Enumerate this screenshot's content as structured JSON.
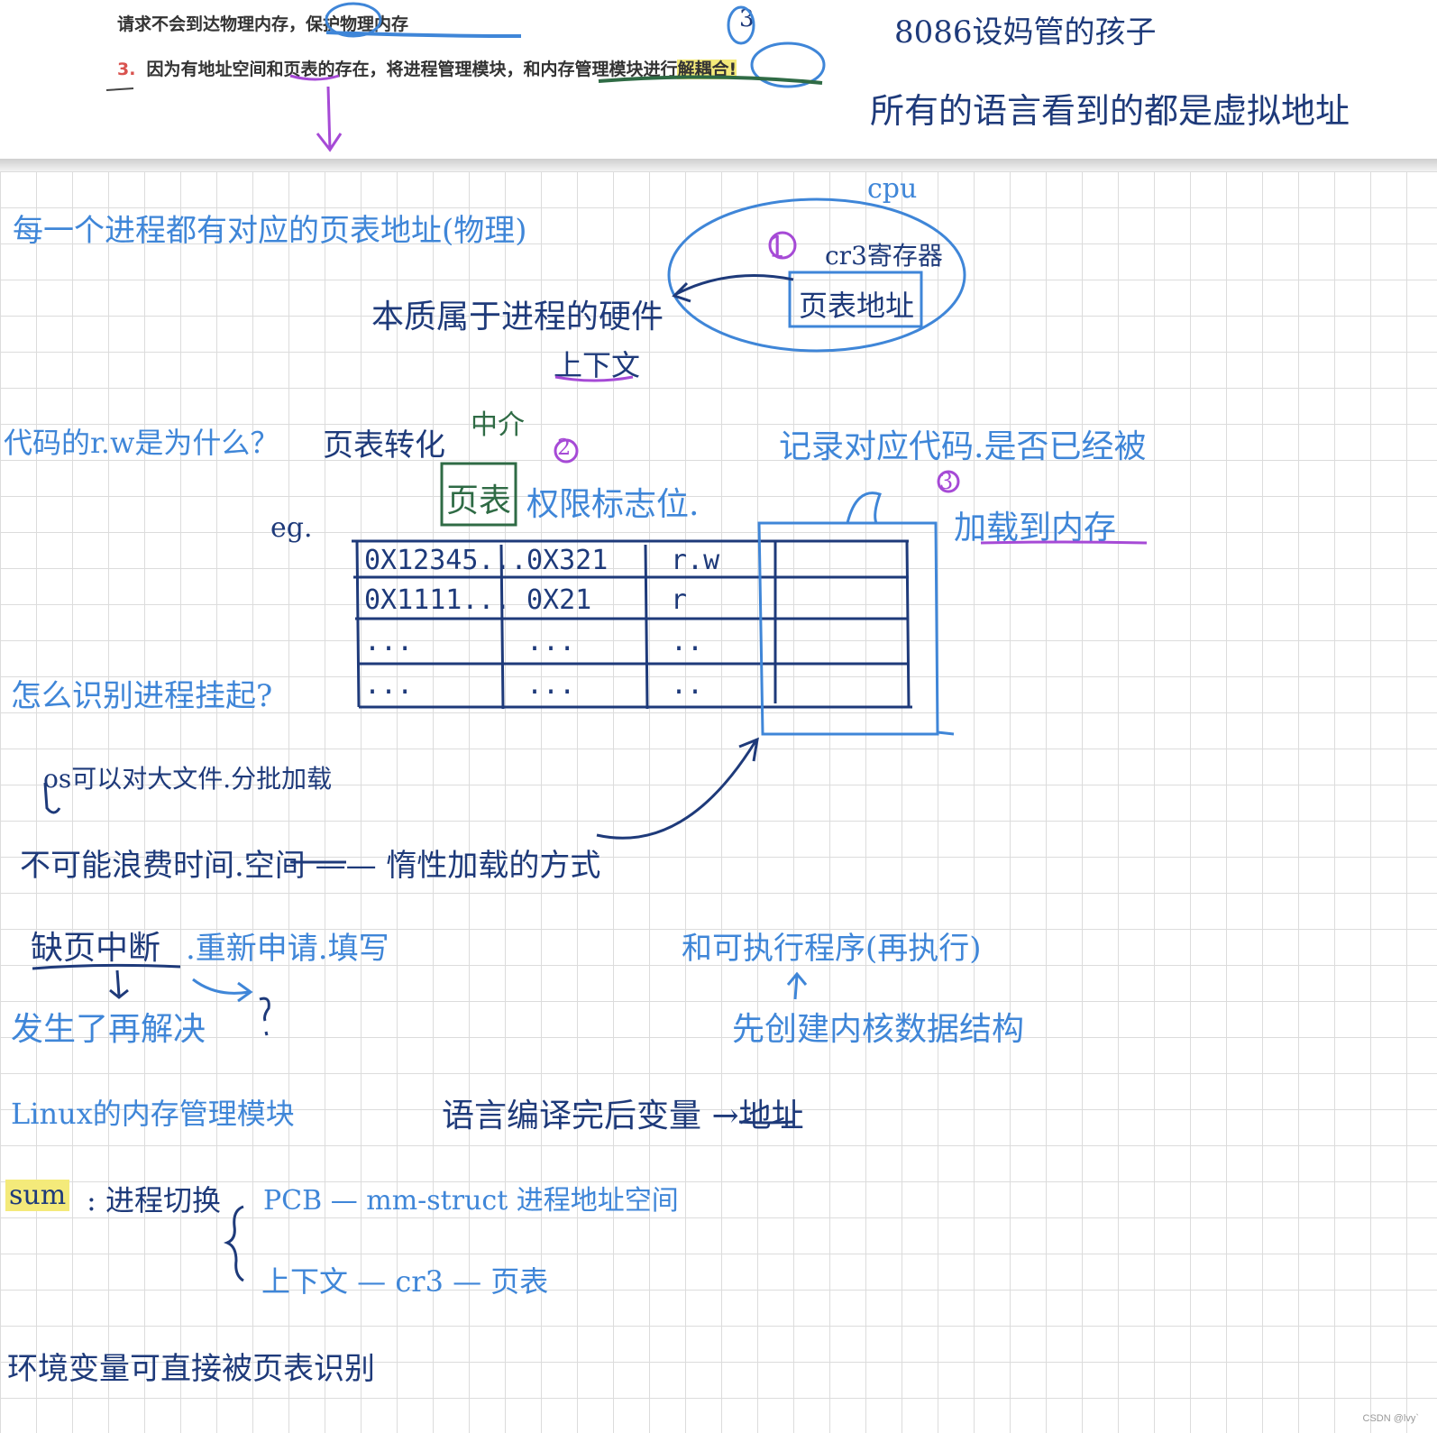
{
  "top": {
    "line1": "请求不会到达物理内存，保护物理内存",
    "line3_num": "3.",
    "line3": "因为有地址空间和页表的存在，将进程管理模块，和内存管理模块进行",
    "line3_hl": "解耦合!",
    "circle3": "3",
    "right1": "8086设妈管的孩子",
    "right2": "所有的语言看到的都是虚拟地址"
  },
  "notes": {
    "each_process": "每一个进程都有对应的页表地址(物理)",
    "cpu": "cpu",
    "cr3": "cr3寄存器",
    "pt_addr": "页表地址",
    "essence": "本质属于进程的硬件",
    "context": "上下文",
    "circle1": "1",
    "code_rw": "代码的r.w是为什么？",
    "pt_convert": "页表转化",
    "middle": "中介",
    "circle2": "2",
    "pt_box": "页表",
    "perm_flag": "权限标志位.",
    "record": "记录对应代码.是否已经被",
    "circle3b": "3",
    "loaded": "加载到内存",
    "eg": "eg.",
    "identify_suspend": "怎么识别进程挂起?",
    "os_load": "os可以对大文件.分批加载",
    "waste": "不可能浪费时间.空间 —— 惰性加载的方式",
    "pagefault": "缺页中断",
    "reapply": ".重新申请.填写",
    "solve": "发生了再解决",
    "exec": "和可执行程序(再执行)",
    "create_kernel": "先创建内核数据结构",
    "linux_mm": "Linux的内存管理模块",
    "compile": "语言编译完后变量 →地址",
    "sum": "sum",
    "proc_switch": ": 进程切换",
    "pcb": "PCB — mm-struct 进程地址空间",
    "ctx_cr3": "上下文 — cr3 — 页表",
    "env": "环境变量可直接被页表识别"
  },
  "table": {
    "rows": [
      [
        "0X12345...",
        "0X321",
        "r.w",
        ""
      ],
      [
        "0X1111...",
        "0X21",
        "r",
        ""
      ],
      [
        "...",
        "...",
        "..",
        ""
      ],
      [
        "...",
        "...",
        "..",
        ""
      ]
    ]
  },
  "watermark": "CSDN @lvy`",
  "colors": {
    "blue": "#3f86d8",
    "navy": "#1e3a7a",
    "green": "#2f6b45",
    "purple": "#a64ad6",
    "yellow": "#f4ea7a"
  }
}
